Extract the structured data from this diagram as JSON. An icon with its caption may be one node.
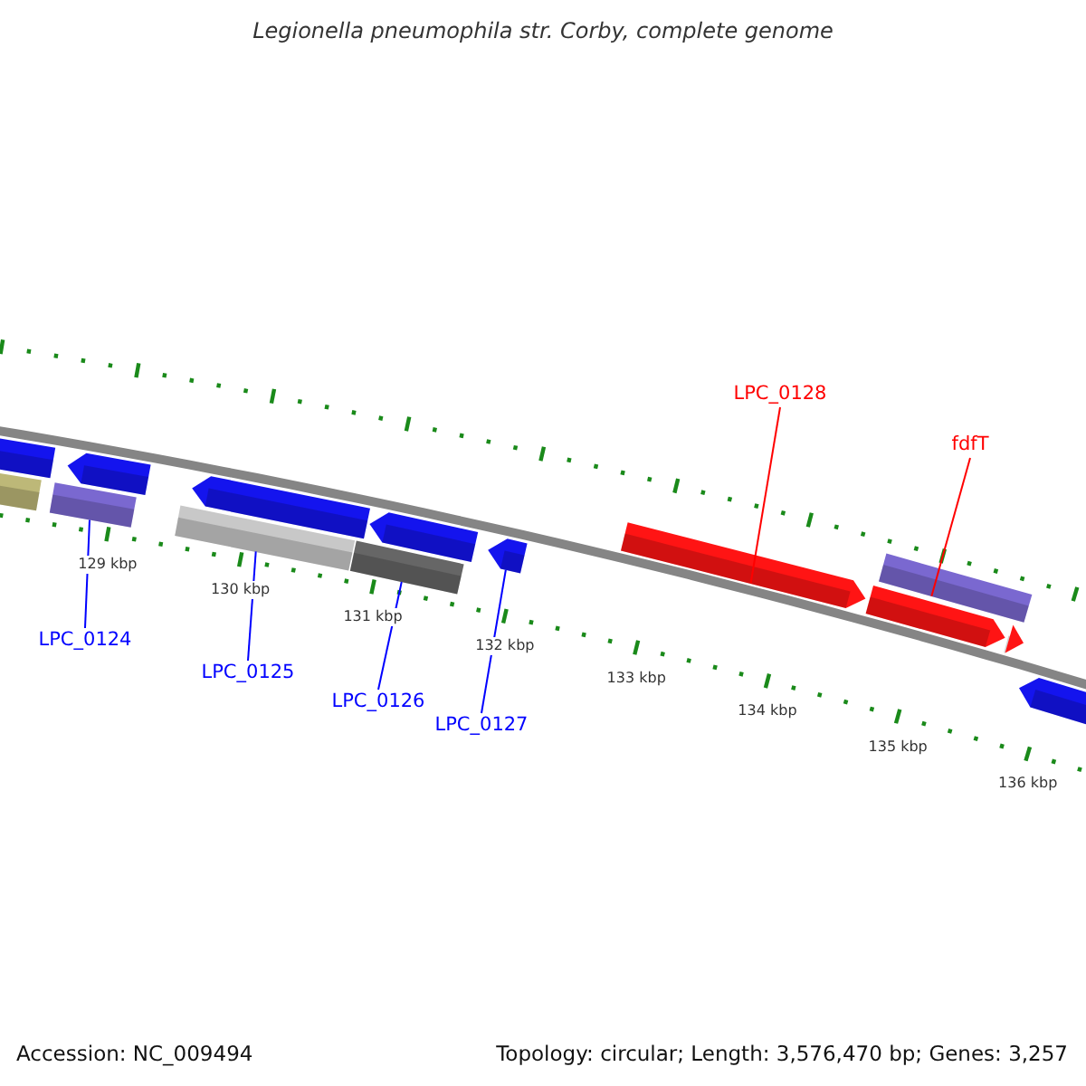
{
  "diagram": {
    "title": "Legionella pneumophila str. Corby, complete genome",
    "nodes": [
      {
        "text": [
          "LPC_0128"
        ]
      },
      {
        "text": [
          "fdfT"
        ]
      },
      {
        "text": [
          "LPC_0124"
        ]
      },
      {
        "text": [
          "LPC_0125"
        ]
      },
      {
        "text": [
          "LPC_0126"
        ]
      },
      {
        "text": [
          "LPC_0127"
        ]
      },
      {
        "text": [],
        "shape": "bar"
      },
      {
        "text": [],
        "shape": "bar"
      },
      {
        "text": [],
        "shape": "bar"
      },
      {
        "text": [],
        "shape": "bar"
      },
      {
        "text": [],
        "shape": "bar"
      },
      {
        "text": [],
        "shape": "bar"
      }
    ],
    "edges": [
      {
        "from": 0,
        "to": 10,
        "arrow": "none",
        "color": "#ff0000"
      },
      {
        "from": 1,
        "to": 11,
        "arrow": "none",
        "color": "#ff0000"
      },
      {
        "from": 2,
        "to": 6,
        "arrow": "none"
      },
      {
        "from": 3,
        "to": 7,
        "arrow": "none"
      },
      {
        "from": 4,
        "to": 8,
        "arrow": "none"
      },
      {
        "from": 5,
        "to": 9,
        "arrow": "none"
      }
    ],
    "labels": [
      "129 kbp",
      "130 kbp",
      "131 kbp",
      "132 kbp",
      "133 kbp",
      "134 kbp",
      "135 kbp",
      "136 kbp",
      "Accession: NC_009494",
      "Topology: circular; Length: 3,576,470 bp; Genes: 3,257"
    ]
  }
}
